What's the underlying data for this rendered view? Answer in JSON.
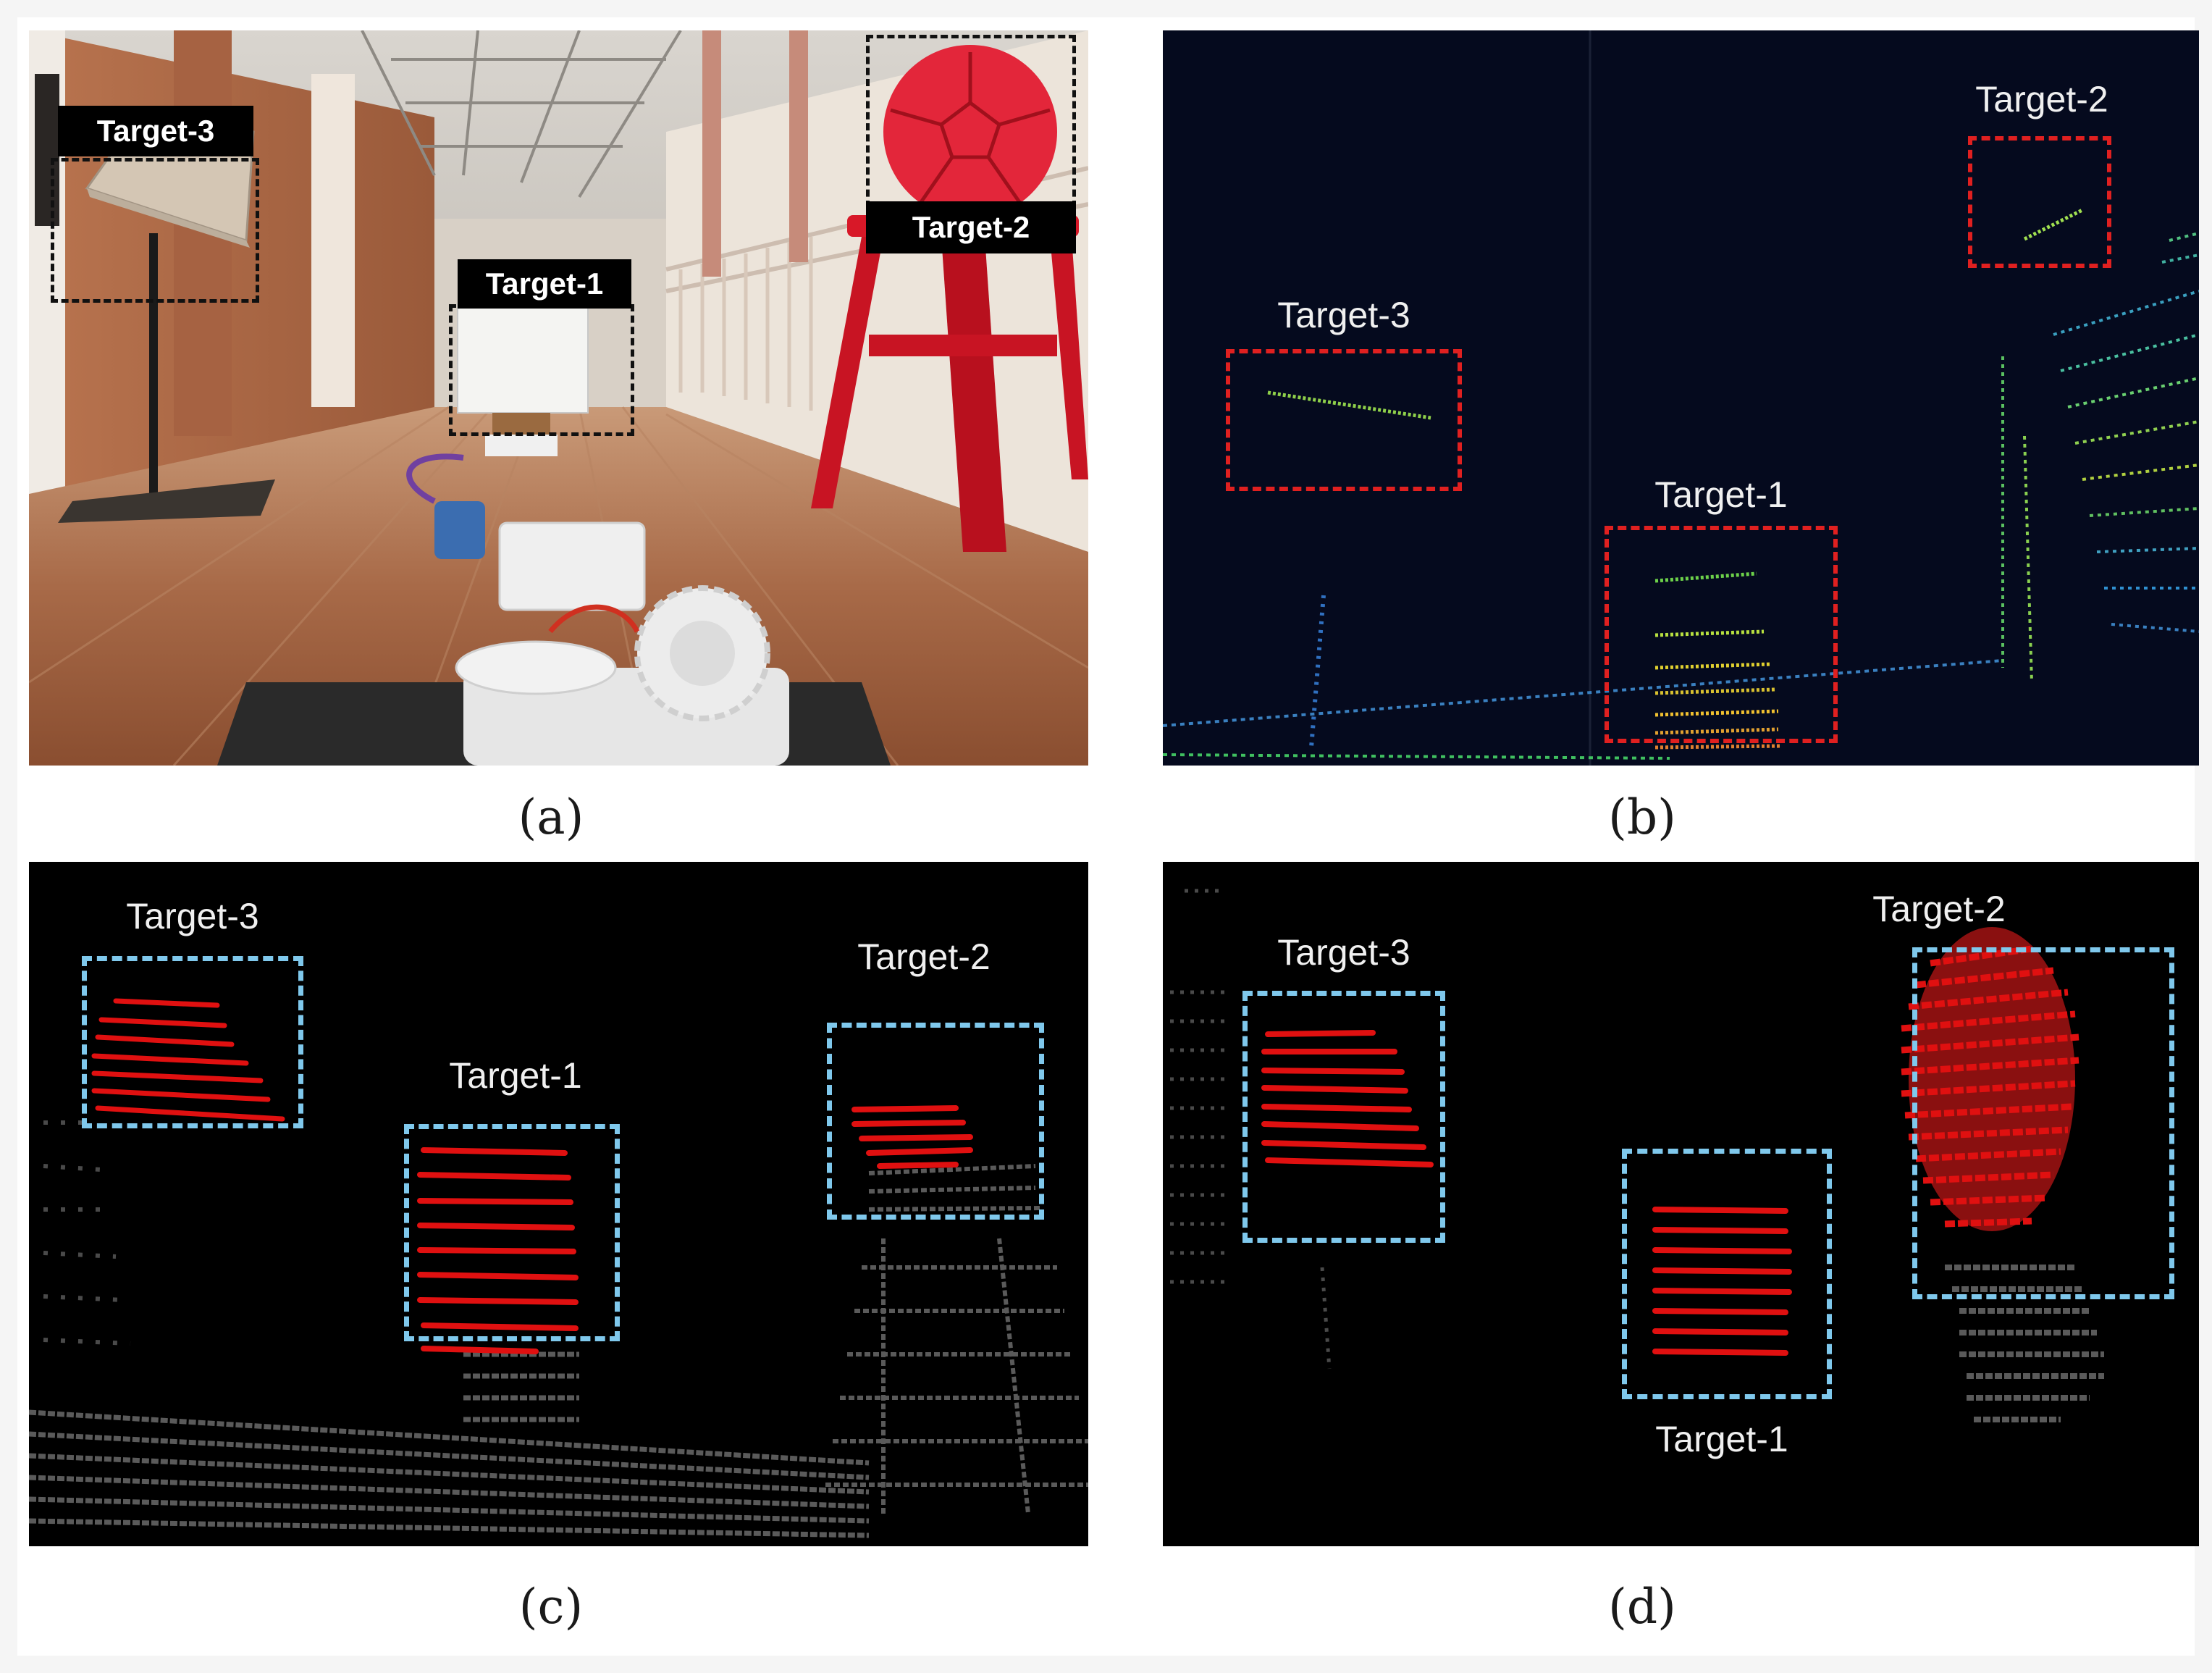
{
  "panels": {
    "a": {
      "caption": "(a)",
      "targets": [
        {
          "key": "t3",
          "label": "Target-3"
        },
        {
          "key": "t1",
          "label": "Target-1"
        },
        {
          "key": "t2",
          "label": "Target-2"
        }
      ]
    },
    "b": {
      "caption": "(b)",
      "targets": [
        {
          "key": "t2",
          "label": "Target-2"
        },
        {
          "key": "t3",
          "label": "Target-3"
        },
        {
          "key": "t1",
          "label": "Target-1"
        }
      ]
    },
    "c": {
      "caption": "(c)",
      "targets": [
        {
          "key": "t3",
          "label": "Target-3"
        },
        {
          "key": "t2",
          "label": "Target-2"
        },
        {
          "key": "t1",
          "label": "Target-1"
        }
      ]
    },
    "d": {
      "caption": "(d)",
      "targets": [
        {
          "key": "t3",
          "label": "Target-3"
        },
        {
          "key": "t2",
          "label": "Target-2"
        },
        {
          "key": "t1",
          "label": "Target-1"
        }
      ]
    }
  },
  "colors": {
    "photo_box": "#111111",
    "lidar_box": "#e02020",
    "detection_box": "#7fc8ec",
    "lidar_background": "#050a1e",
    "pointcloud_background": "#000000",
    "target_points": "#e01010",
    "scene_points": "#5a5a5a"
  }
}
